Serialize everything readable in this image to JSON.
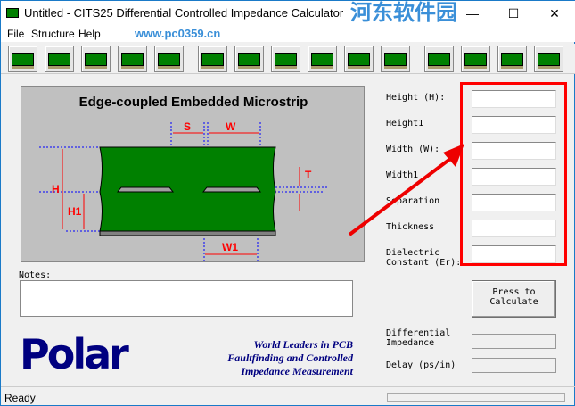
{
  "window": {
    "title": "Untitled - CITS25 Differential Controlled Impedance Calculator",
    "minimize": "—",
    "maximize": "☐",
    "close": "✕"
  },
  "menu": [
    "File",
    "Structure",
    "Help"
  ],
  "watermark": {
    "text": "河东软件园",
    "url": "www.pc0359.cn"
  },
  "toolbar": {
    "groups": [
      5,
      6,
      4
    ]
  },
  "diagram": {
    "title": "Edge-coupled Embedded Microstrip",
    "labels": {
      "S": "S",
      "W": "W",
      "T": "T",
      "H": "H",
      "H1": "H1",
      "W1": "W1"
    },
    "colors": {
      "dielectric": "#008000",
      "background": "#c0c0c0",
      "dimension": "#ff0000",
      "guide": "#0000ff"
    }
  },
  "fields": [
    {
      "label": "Height (H):",
      "value": ""
    },
    {
      "label": "Height1",
      "value": ""
    },
    {
      "label": "Width (W):",
      "value": ""
    },
    {
      "label": "Width1",
      "value": ""
    },
    {
      "label": "Separation",
      "value": ""
    },
    {
      "label": "Thickness",
      "value": ""
    },
    {
      "label": "Dielectric Constant (Er):",
      "value": ""
    }
  ],
  "notes": {
    "label": "Notes:",
    "value": ""
  },
  "calculate_button": "Press to Calculate",
  "results": [
    {
      "label": "Differential Impedance",
      "value": ""
    },
    {
      "label": "Delay (ps/in)",
      "value": ""
    }
  ],
  "logo": "Polar",
  "slogan": [
    "World Leaders in PCB",
    "Faultfinding and Controlled",
    "Impedance Measurement"
  ],
  "status": "Ready",
  "highlight_color": "#ff0000"
}
